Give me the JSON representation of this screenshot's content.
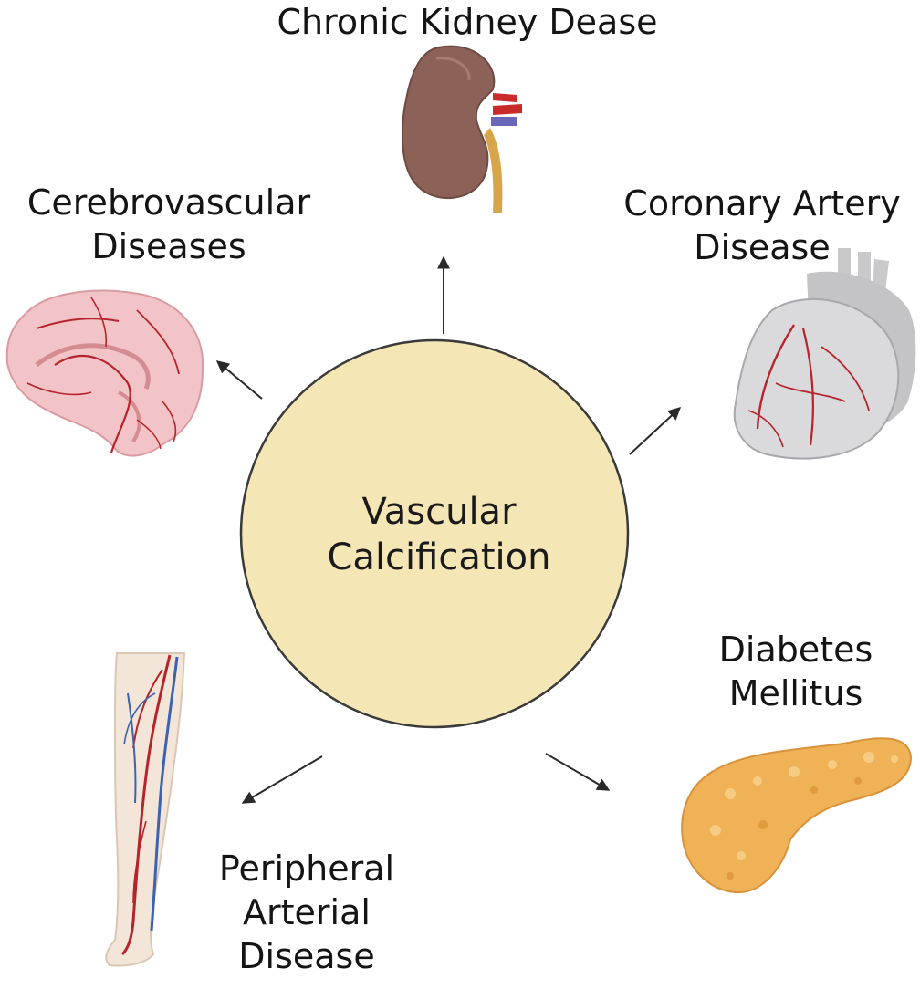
{
  "center": {
    "line1": "Vascular",
    "line2": "Calcification",
    "fill": "#f5e6b5",
    "stroke": "#3a3a3a"
  },
  "nodes": [
    {
      "id": "ckd",
      "lines": [
        "Chronic Kidney Dease"
      ],
      "icon": "kidney-icon"
    },
    {
      "id": "cvd",
      "lines": [
        "Cerebrovascular",
        "Diseases"
      ],
      "icon": "brain-icon"
    },
    {
      "id": "cad",
      "lines": [
        "Coronary Artery",
        "Disease"
      ],
      "icon": "heart-icon"
    },
    {
      "id": "dm",
      "lines": [
        "Diabetes",
        "Mellitus"
      ],
      "icon": "pancreas-icon"
    },
    {
      "id": "pad",
      "lines": [
        "Peripheral",
        "Arterial",
        "Disease"
      ],
      "icon": "leg-icon"
    }
  ],
  "colors": {
    "arrow": "#2a2a2a",
    "kidney": "#8c6258",
    "brain": "#f3c4c7",
    "vessel_red": "#b5242c",
    "vessel_blue": "#3b63b0",
    "heart": "#d6d6d8",
    "pancreas": "#f0b257",
    "leg": "#f3e6d8",
    "ureter": "#d8a64a"
  }
}
